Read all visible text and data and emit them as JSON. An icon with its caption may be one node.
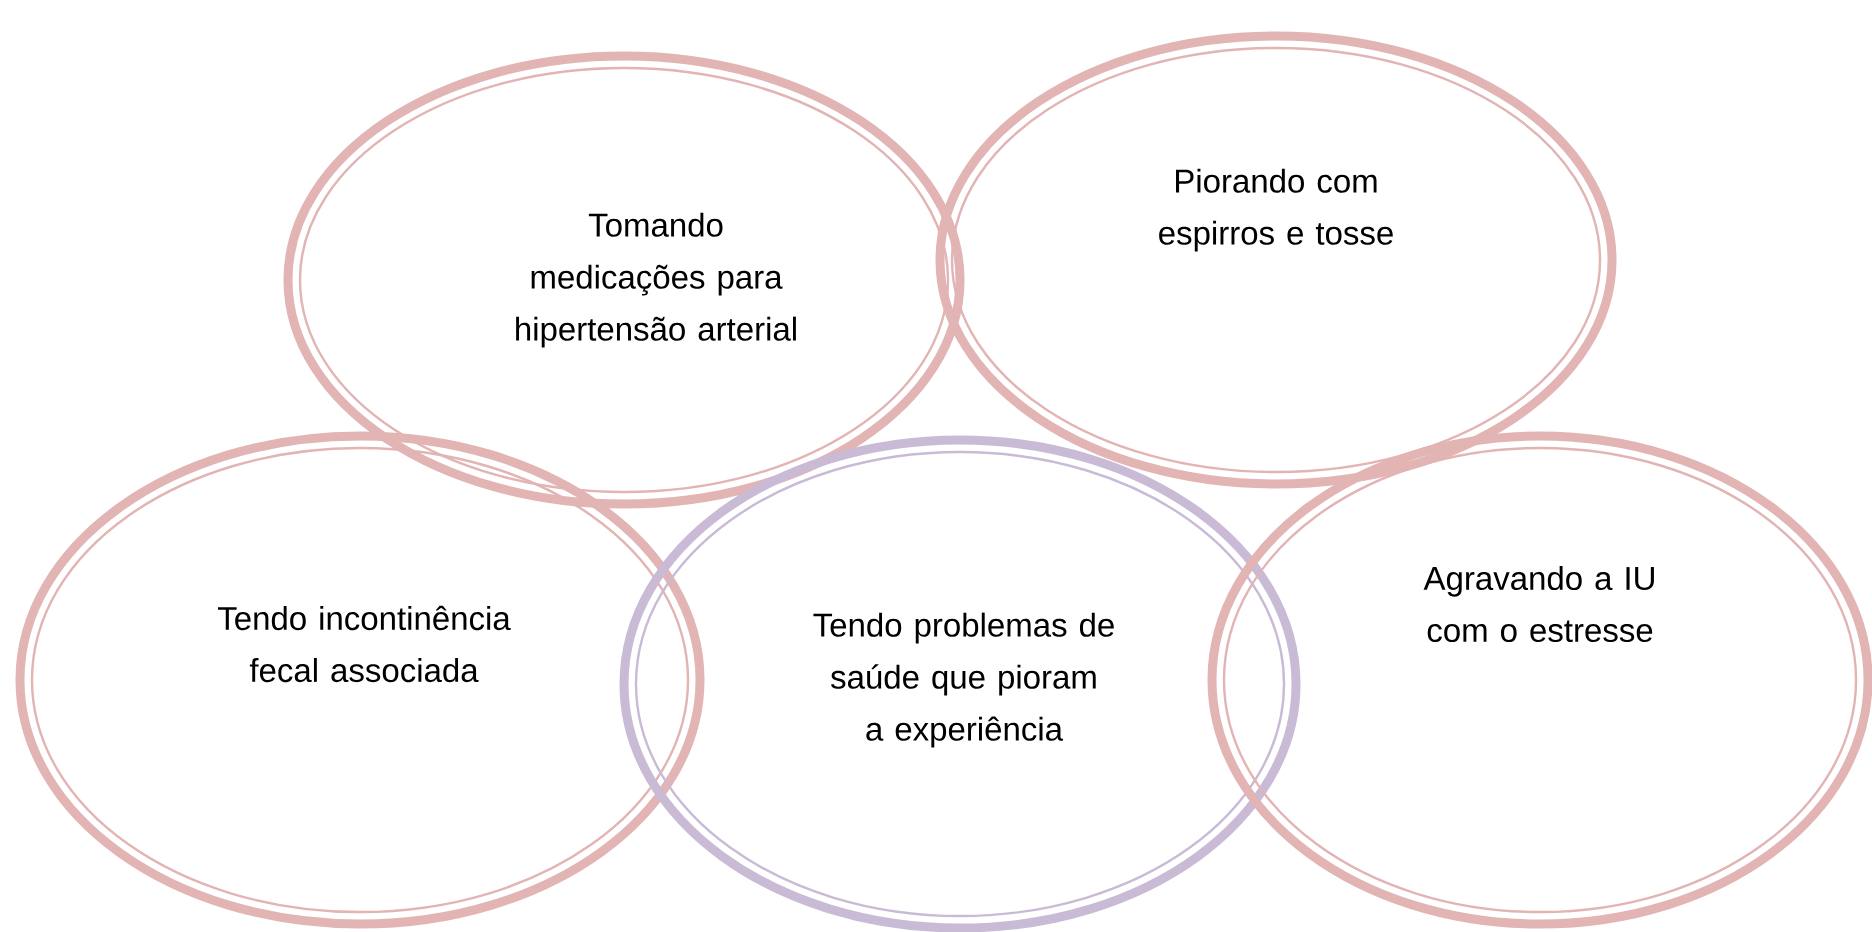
{
  "diagram": {
    "nodes": [
      {
        "text": [
          "Tomando medicações para hipertensão arterial"
        ]
      },
      {
        "text": [
          "Piorando com espirros e tosse"
        ]
      },
      {
        "text": [
          "Tendo incontinência fecal associada"
        ]
      },
      {
        "text": [
          "Tendo problemas de saúde que pioram a experiência"
        ]
      },
      {
        "text": [
          "Agravando a IU com o estresse"
        ]
      }
    ]
  }
}
